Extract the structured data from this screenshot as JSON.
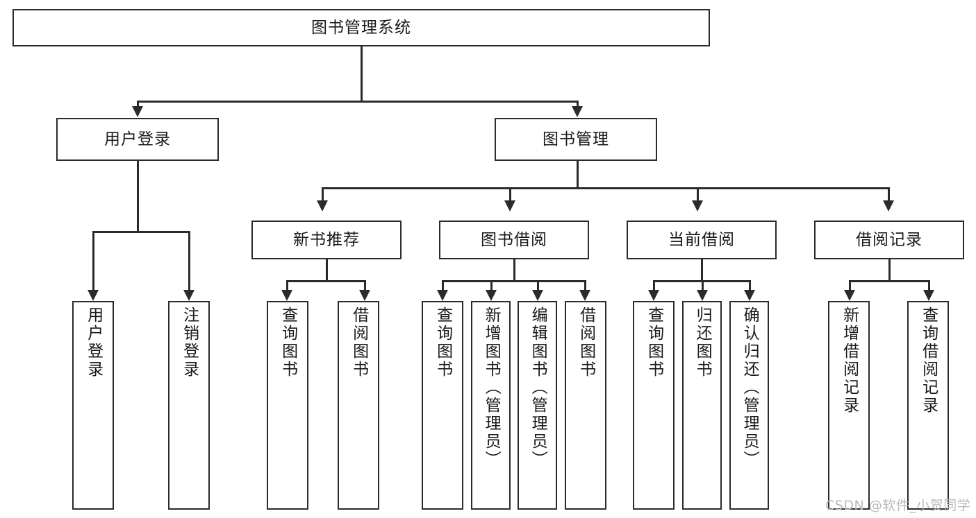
{
  "diagram": {
    "type": "tree-hierarchy-functional-structure",
    "title": "图书管理系统",
    "root": {
      "id": "root",
      "label": "图书管理系统"
    },
    "level2": [
      {
        "id": "user-login",
        "label": "用户登录"
      },
      {
        "id": "book-management",
        "label": "图书管理"
      }
    ],
    "level3": [
      {
        "id": "new-book-recommend",
        "label": "新书推荐",
        "parent": "book-management"
      },
      {
        "id": "book-borrow",
        "label": "图书借阅",
        "parent": "book-management"
      },
      {
        "id": "current-borrow",
        "label": "当前借阅",
        "parent": "book-management"
      },
      {
        "id": "borrow-record",
        "label": "借阅记录",
        "parent": "book-management"
      }
    ],
    "leaves": [
      {
        "id": "leaf-user-login",
        "label": "用户登录",
        "parent": "user-login"
      },
      {
        "id": "leaf-logout-login",
        "label": "注销登录",
        "parent": "user-login"
      },
      {
        "id": "leaf-query-book-1",
        "label": "查询图书",
        "parent": "new-book-recommend"
      },
      {
        "id": "leaf-borrow-book-1",
        "label": "借阅图书",
        "parent": "new-book-recommend"
      },
      {
        "id": "leaf-query-book-2",
        "label": "查询图书",
        "parent": "book-borrow"
      },
      {
        "id": "leaf-add-book",
        "label": "新增图书（管理员）",
        "parent": "book-borrow"
      },
      {
        "id": "leaf-edit-book",
        "label": "编辑图书（管理员）",
        "parent": "book-borrow"
      },
      {
        "id": "leaf-borrow-book-2",
        "label": "借阅图书",
        "parent": "book-borrow"
      },
      {
        "id": "leaf-query-book-3",
        "label": "查询图书",
        "parent": "current-borrow"
      },
      {
        "id": "leaf-return-book",
        "label": "归还图书",
        "parent": "current-borrow"
      },
      {
        "id": "leaf-confirm-return",
        "label": "确认归还（管理员）",
        "parent": "current-borrow"
      },
      {
        "id": "leaf-add-record",
        "label": "新增借阅记录",
        "parent": "borrow-record"
      },
      {
        "id": "leaf-query-record",
        "label": "查询借阅记录",
        "parent": "borrow-record"
      }
    ]
  },
  "watermark": {
    "text": "CSDN @软件_小贺同学"
  },
  "colors": {
    "stroke": "#2b2b2b",
    "text": "#1a1a1a",
    "background": "#ffffff",
    "watermark": "#b9b9b9"
  }
}
